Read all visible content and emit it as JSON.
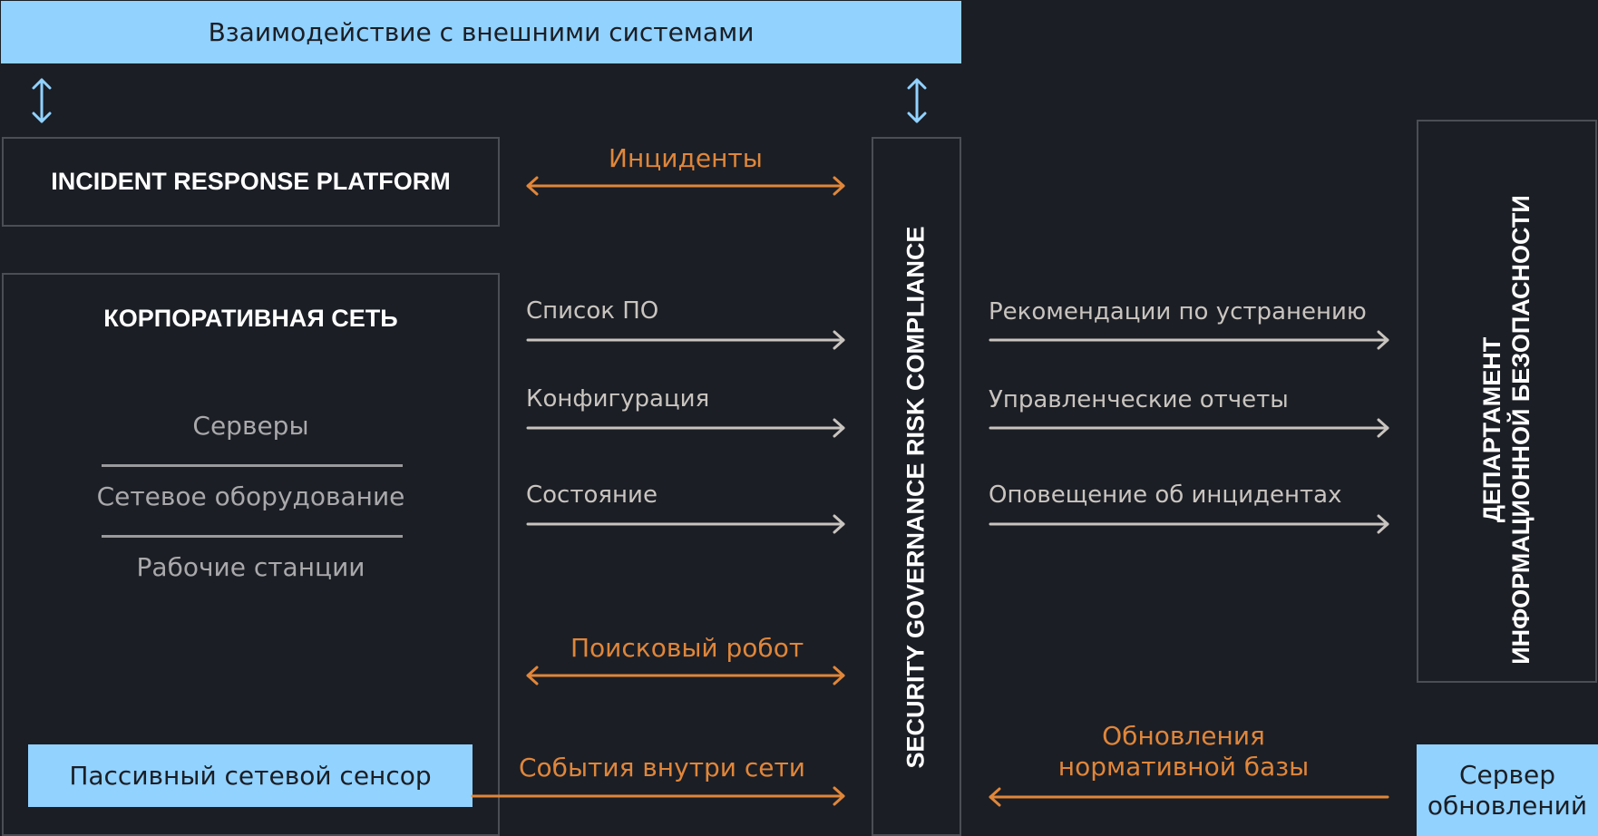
{
  "top_bar": {
    "label": "Взаимодействие с внешними системами"
  },
  "irp": {
    "label": "INCIDENT RESPONSE PLATFORM"
  },
  "corporate": {
    "title": "КОРПОРАТИВНАЯ СЕТЬ",
    "items": [
      "Серверы",
      "Сетевое оборудование",
      "Рабочие станции"
    ],
    "sensor": "Пассивный сетевой сенсор"
  },
  "sgrc": {
    "label": "SECURITY GOVERNANCE RISK COMPLIANCE"
  },
  "department": {
    "line1": "ДЕПАРТАМЕНТ",
    "line2": "ИНФОРМАЦИОННОЙ БЕЗОПАСНОСТИ"
  },
  "update_server": {
    "line1": "Сервер",
    "line2": "обновлений"
  },
  "flows_left": {
    "incidents": "Инциденты",
    "software_list": "Список ПО",
    "configuration": "Конфигурация",
    "state": "Состояние",
    "search_robot": "Поисковый робот",
    "network_events": "События внутри сети"
  },
  "flows_right": {
    "recommendations": "Рекомендации по устранению",
    "mgmt_reports": "Управленческие отчеты",
    "incident_alerts": "Оповещение об инцидентах",
    "updates_line1": "Обновления",
    "updates_line2": "нормативной базы"
  },
  "colors": {
    "accent_blue": "#91d2ff",
    "orange": "#e0863a",
    "gray_arrow": "#c9c4bf",
    "background": "#1b1e25",
    "border": "#4b4e55"
  }
}
